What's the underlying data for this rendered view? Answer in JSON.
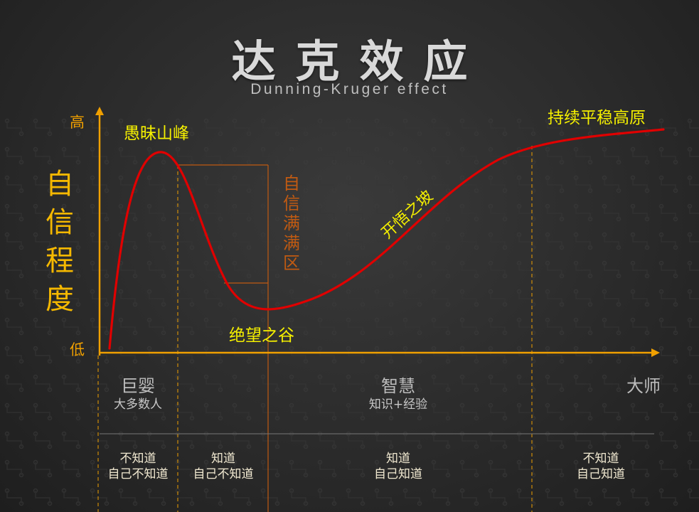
{
  "title": "达克效应",
  "subtitle": "Dunning-Kruger effect",
  "y_axis": {
    "title": "自信程度",
    "high_label": "高",
    "low_label": "低"
  },
  "curve_labels": {
    "peak": "愚昧山峰",
    "valley": "绝望之谷",
    "slope": "开悟之坡",
    "plateau": "持续平稳高原"
  },
  "zone_label": "自信满满区",
  "stages": [
    {
      "name": "巨婴",
      "sub": "大多数人"
    },
    {
      "name": "智慧",
      "sub": "知识+经验"
    },
    {
      "name": "大师",
      "sub": ""
    }
  ],
  "awareness": [
    {
      "line1": "不知道",
      "line2": "自己不知道"
    },
    {
      "line1": "知道",
      "line2": "自己不知道"
    },
    {
      "line1": "知道",
      "line2": "自己知道"
    },
    {
      "line1": "不知道",
      "line2": "自己知道"
    }
  ],
  "colors": {
    "axis": "#f0a000",
    "curve": "#e00000",
    "label_yellow": "#f5f000",
    "zone": "#c05a12",
    "title": "#d9d9d9"
  }
}
